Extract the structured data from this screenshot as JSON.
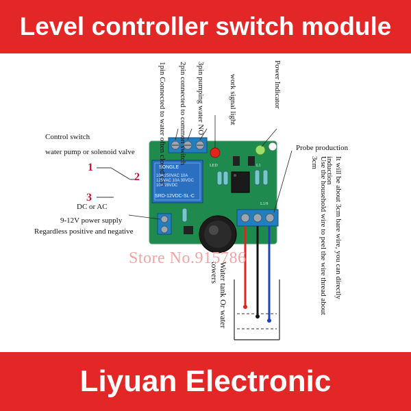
{
  "header": {
    "title": "Level controller switch module"
  },
  "footer": {
    "brand": "Liyuan Electronic"
  },
  "labels": {
    "pin1": "1pin Connected to water often closed end",
    "pin2": "2pin connected to common switch",
    "pin3": "3pin pumping water NO",
    "work_light": "work signal light",
    "power_indicator": "Power Indicator",
    "control_switch": "Control switch",
    "pump_valve": "water pump or solenoid valve",
    "dc_ac": "DC or AC",
    "power_supply": "9-12V power supply",
    "polarity": "Regardless positive and negative",
    "probe": "Probe production",
    "probe_note_1": "Use the household wire to peel the wire thread about 3cm",
    "probe_note_2": "It will be about 3cm bare wire, you can directly induction",
    "tank": "Water tank Or water towers"
  },
  "switch_numbers": [
    "1",
    "2",
    "3"
  ],
  "watermark": "Store No.915786",
  "relay": {
    "brand": "SONGLE",
    "specs": "10A 250VAC 10A 125VAC 10A 30VDC 10A 28VDC",
    "model": "SRD-12VDC-SL-C"
  },
  "board": {
    "silk_led": "LED",
    "silk_l1": "L1",
    "silk_l2": "L1/9"
  },
  "colors": {
    "banner": "#e32626",
    "pcb": "#1e8a4e",
    "terminal": "#1f7fc0",
    "relay": "#2a6fc0",
    "watermark": "#f2a4a4"
  }
}
